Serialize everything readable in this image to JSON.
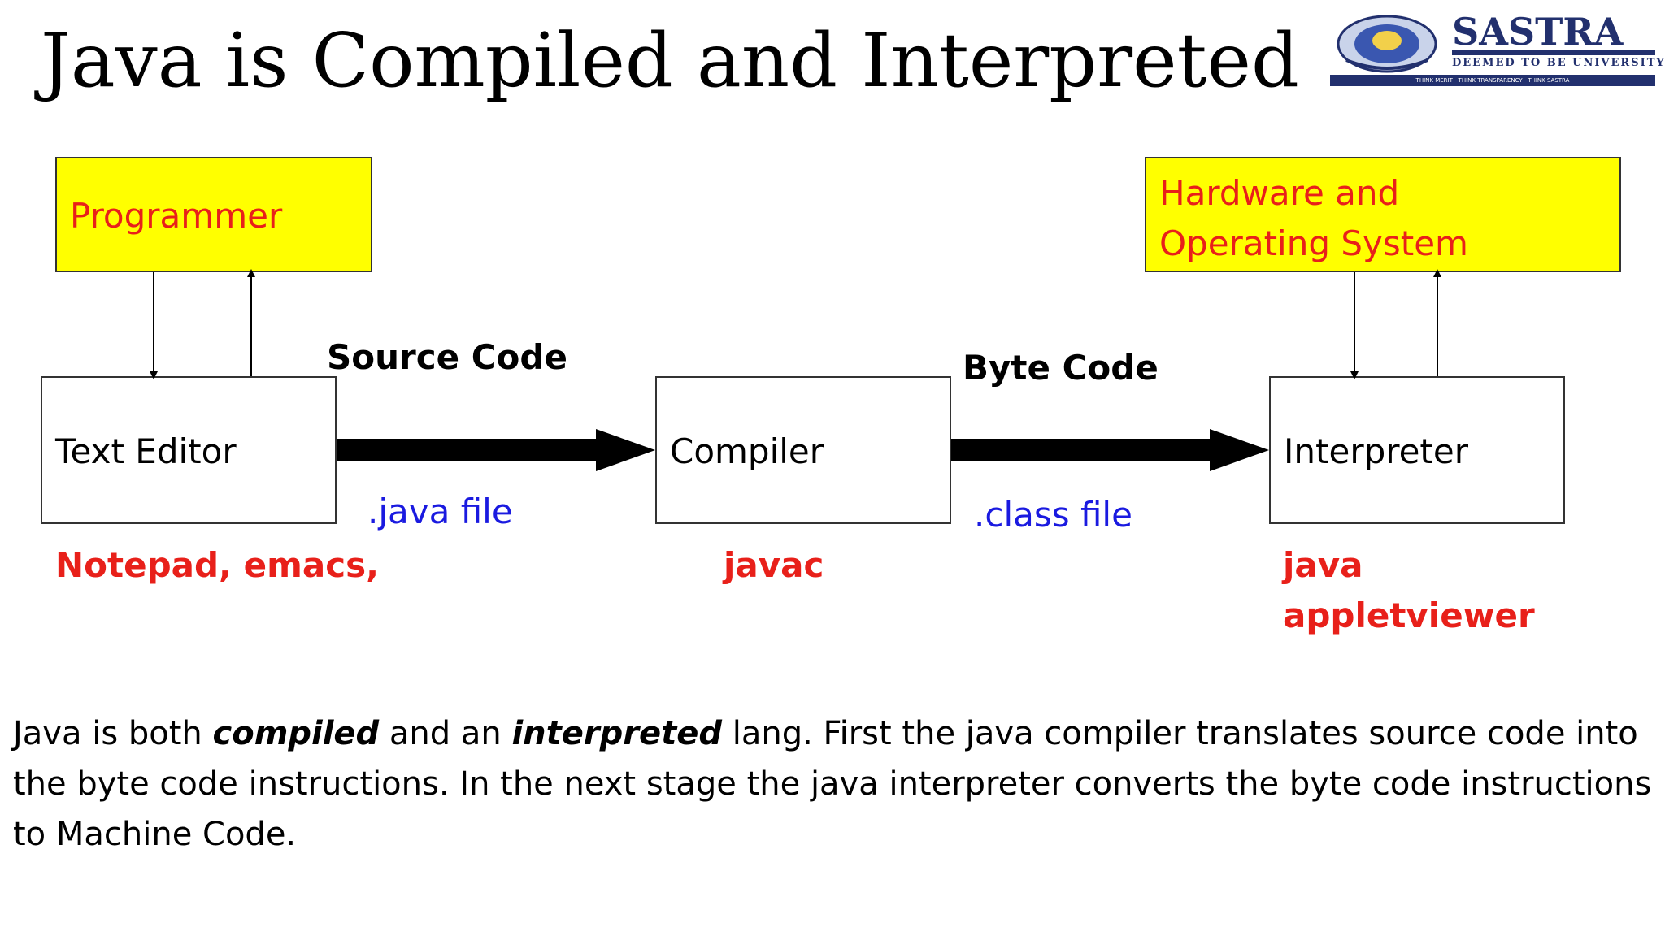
{
  "title": "Java is Compiled and Interpreted",
  "logo": {
    "name": "SASTRA",
    "subtitle": "DEEMED TO BE UNIVERSITY",
    "tagline": "THINK MERIT · THINK TRANSPARENCY · THINK SASTRA"
  },
  "nodes": {
    "programmer": "Programmer",
    "hardware_line1": "Hardware and",
    "hardware_line2": "Operating System",
    "text_editor": "Text Editor",
    "compiler": "Compiler",
    "interpreter": "Interpreter"
  },
  "edges": {
    "source_code": "Source Code",
    "java_file": ".java file",
    "byte_code": "Byte Code",
    "class_file": ".class file"
  },
  "tools": {
    "editors": "Notepad, emacs,",
    "compiler_tool": "javac",
    "interpreter_tool_1": "java",
    "interpreter_tool_2": "appletviewer"
  },
  "paragraph": {
    "part1": "Java is both ",
    "compiled": "compiled",
    "part2": " and an ",
    "interpreted": "interpreted",
    "part3": " lang. First the java compiler translates source code into the byte code instructions. In the next stage the java interpreter converts the byte code instructions to Machine Code."
  },
  "colors": {
    "yellow_box": "#ffff00",
    "red_text": "#e8201a",
    "blue_text": "#1a1ae0",
    "logo_navy": "#22306e"
  }
}
